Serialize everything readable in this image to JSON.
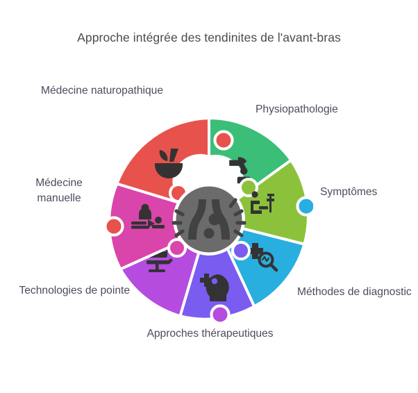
{
  "page": {
    "title": "Approche intégrée des tendinites de l'avant-bras",
    "background_color": "#ffffff",
    "label_color": "#4f4a5e",
    "title_color": "#4a4a4a"
  },
  "center": {
    "icon": "tendon-pain-icon",
    "fill_color": "#6b6b6b",
    "icon_color": "#424242",
    "ring_color": "#ffffff"
  },
  "segments": [
    {
      "id": "physiopathologie",
      "label": "Physiopathologie",
      "color": "#3bbe78",
      "icon": "hand-patient-icon",
      "position": "top-right"
    },
    {
      "id": "symptomes",
      "label": "Symptômes",
      "color": "#8cc23b",
      "icon": "person-crutches-icon",
      "position": "right"
    },
    {
      "id": "methodes-de-diagnostic",
      "label": "Méthodes de diagnostic",
      "color": "#29aee0",
      "icon": "cross-magnifier-icon",
      "position": "bottom-right"
    },
    {
      "id": "approches-therapeutiques",
      "label": "Approches thérapeutiques",
      "color": "#7a5cf0",
      "icon": "head-cross-icon",
      "position": "bottom"
    },
    {
      "id": "technologies-de-pointe",
      "label": "Technologies de pointe",
      "color": "#b64be0",
      "icon": "monitor-chair-icon",
      "position": "bottom-left"
    },
    {
      "id": "medecine-manuelle",
      "label": "Médecine manuelle",
      "color": "#d945ab",
      "icon": "massage-therapy-icon",
      "position": "left"
    },
    {
      "id": "medecine-naturopathique",
      "label": "Médecine naturopathique",
      "color": "#e8524d",
      "icon": "mortar-pestle-icon",
      "position": "top-left"
    }
  ]
}
